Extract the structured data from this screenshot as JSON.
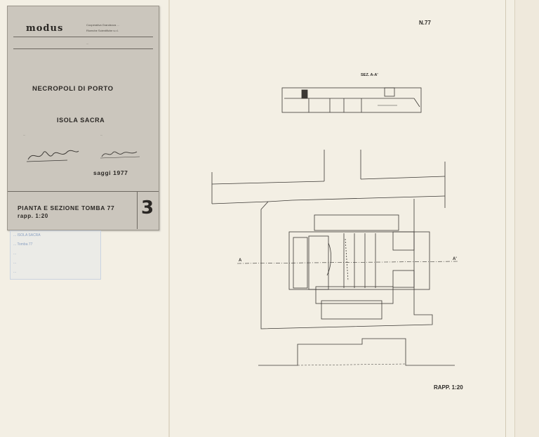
{
  "title_block": {
    "logo": "modus",
    "company_line_1": "Cooperativa Grandezza ...",
    "company_line_2": "Ricerche Scientifiche s.r.l.",
    "address_line": "...",
    "site": "NECROPOLI DI PORTO",
    "location": "ISOLA SACRA",
    "signatory_text_1": "...",
    "signatory_text_2": "...",
    "year_label": "saggi 1977",
    "drawing_title": "PIANTA E SEZIONE TOMBA 77",
    "scale": "rapp. 1:20",
    "sheet_number": "3"
  },
  "archive_stamp": {
    "lines": [
      "... ISOLA SACRA",
      "... Tomba 77",
      "...",
      "...",
      "..."
    ]
  },
  "drawing": {
    "number": "N.77",
    "section_label": "SEZ. A-A'",
    "section_marker_left": "A",
    "section_marker_right": "A'",
    "scale_label": "RAPP. 1:20"
  }
}
